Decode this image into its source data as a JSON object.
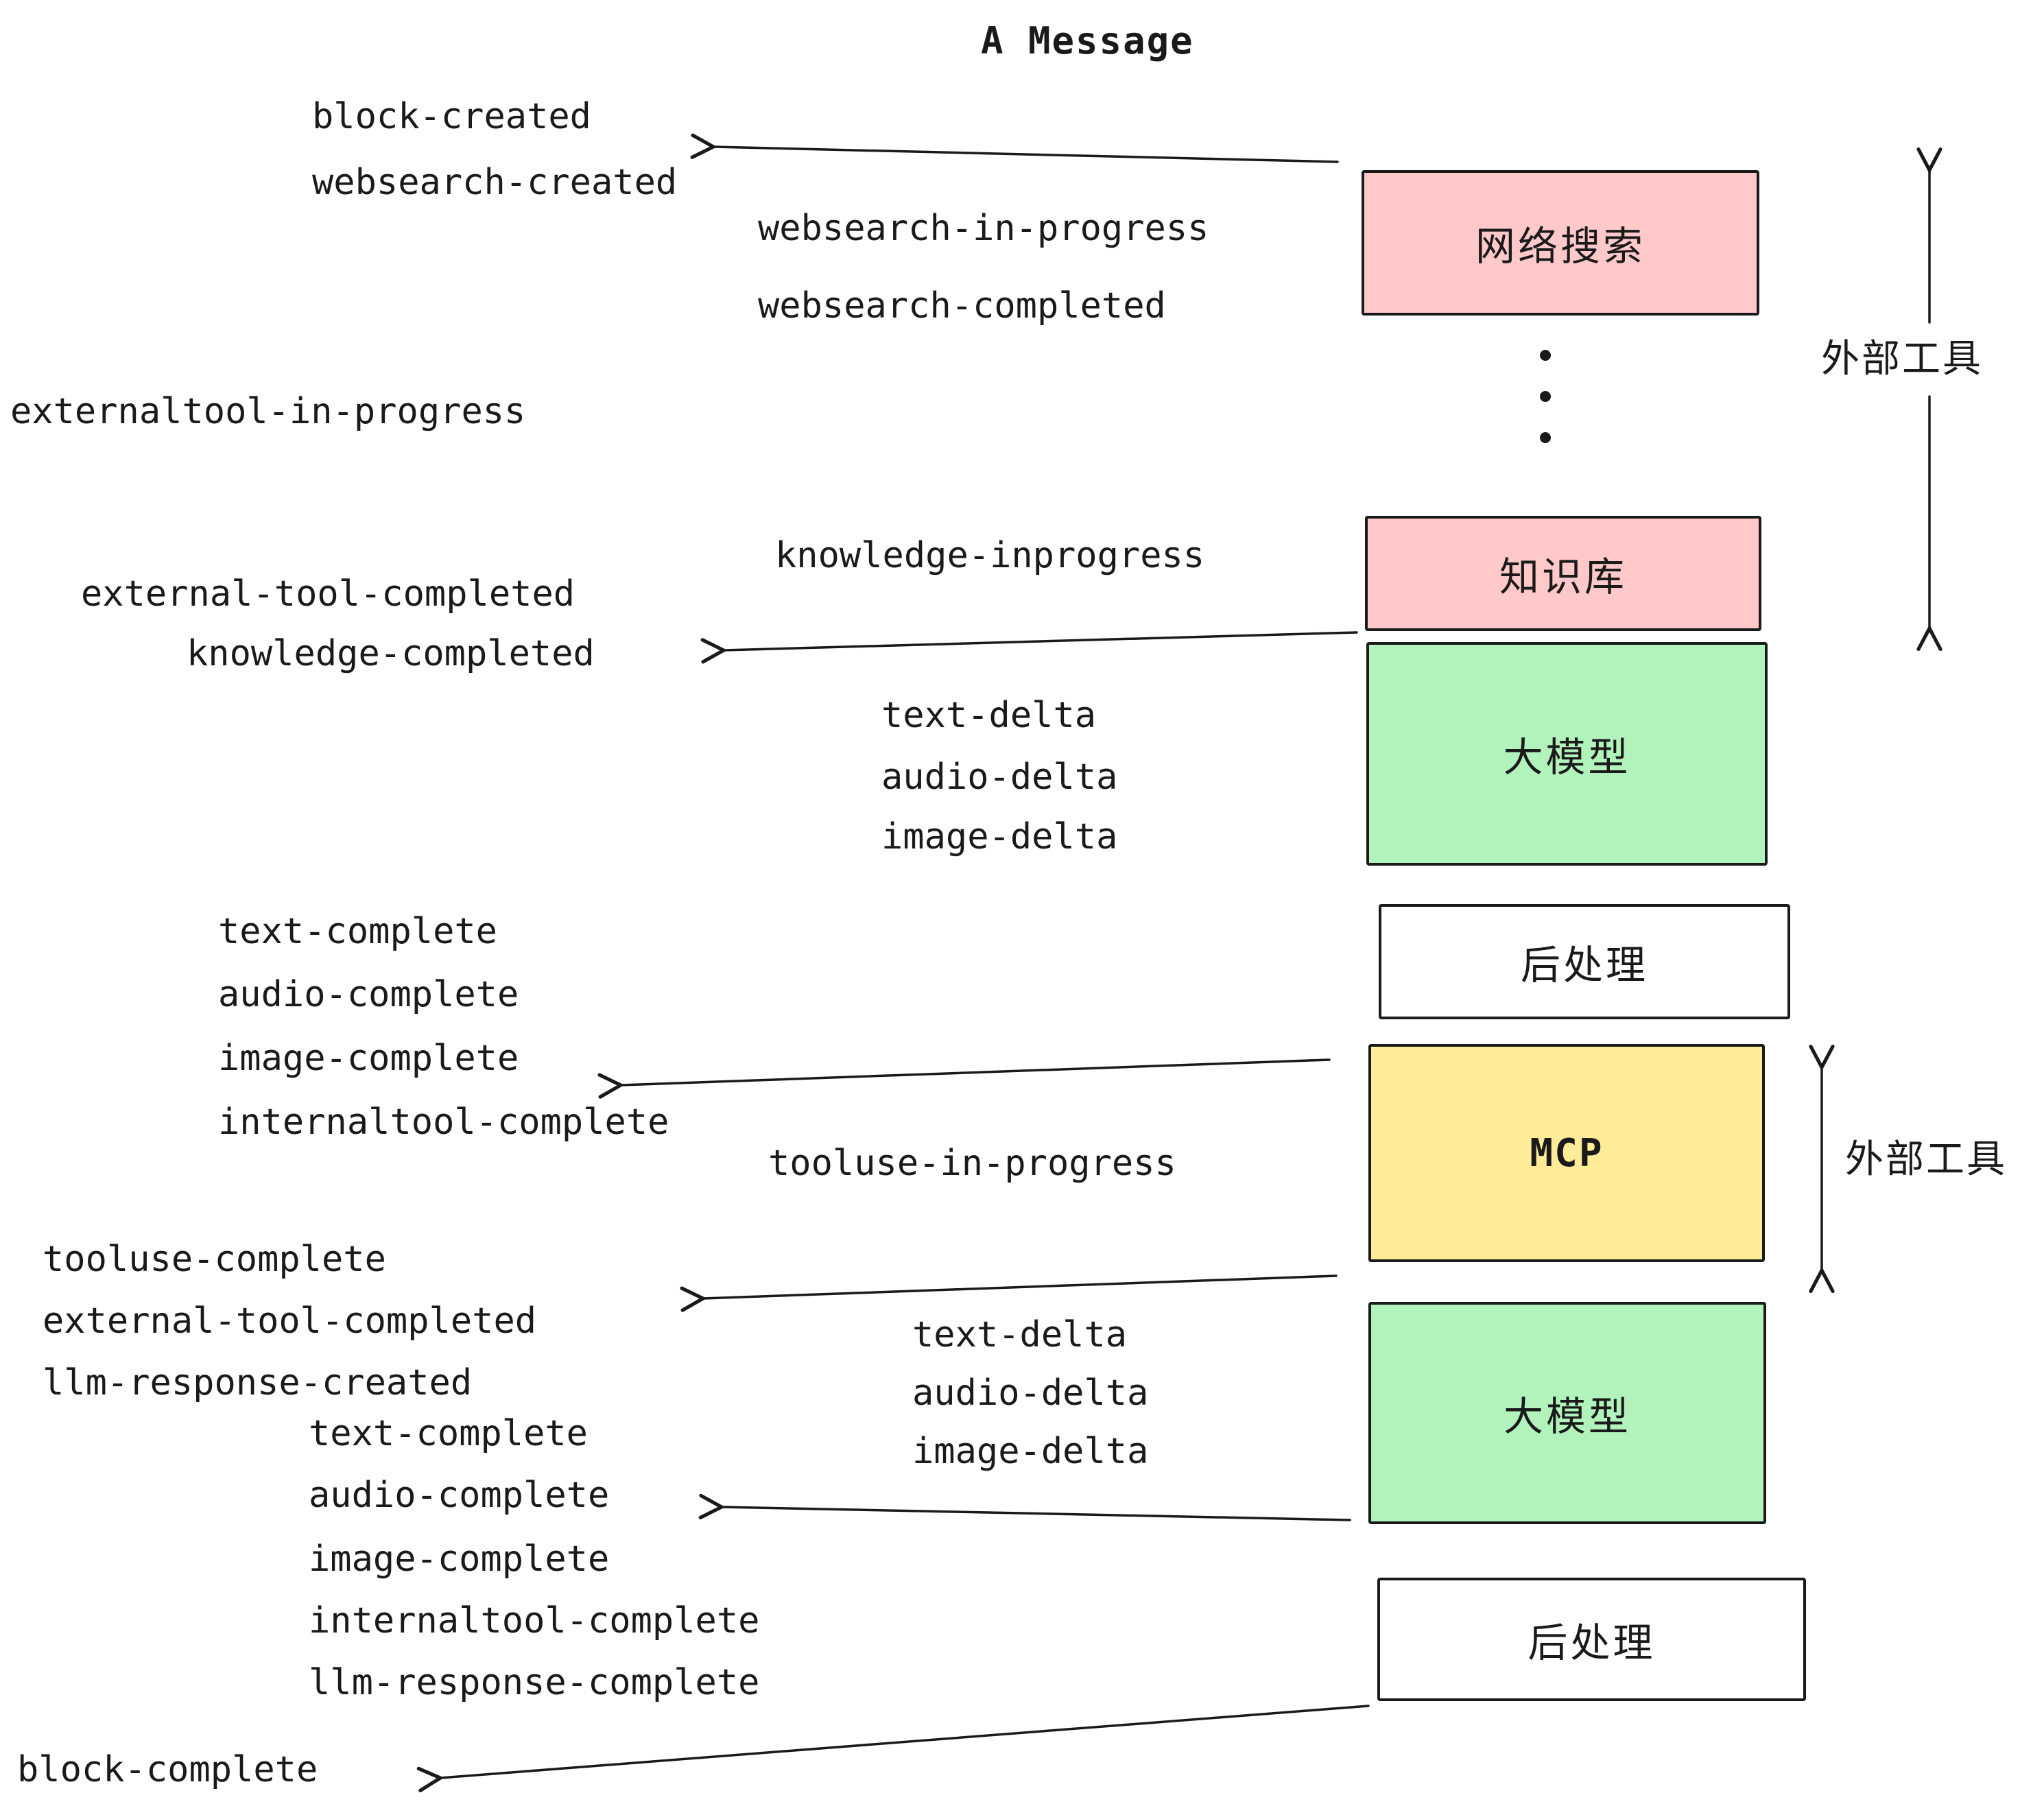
{
  "title": "A Message",
  "events": {
    "block_created": "block-created",
    "websearch_created": "websearch-created",
    "websearch_in_progress": "websearch-in-progress",
    "websearch_completed": "websearch-completed",
    "externaltool_in_progress": "externaltool-in-progress",
    "knowledge_inprogress": "knowledge-inprogress",
    "external_tool_completed_1": "external-tool-completed",
    "knowledge_completed": "knowledge-completed",
    "text_delta_1": "text-delta",
    "audio_delta_1": "audio-delta",
    "image_delta_1": "image-delta",
    "text_complete_1": "text-complete",
    "audio_complete_1": "audio-complete",
    "image_complete_1": "image-complete",
    "internaltool_complete_1": "internaltool-complete",
    "tooluse_in_progress": "tooluse-in-progress",
    "tooluse_complete": "tooluse-complete",
    "external_tool_completed_2": "external-tool-completed",
    "llm_response_created": "llm-response-created",
    "text_delta_2": "text-delta",
    "audio_delta_2": "audio-delta",
    "image_delta_2": "image-delta",
    "text_complete_2": "text-complete",
    "audio_complete_2": "audio-complete",
    "image_complete_2": "image-complete",
    "internaltool_complete_2": "internaltool-complete",
    "llm_response_complete": "llm-response-complete",
    "block_complete": "block-complete"
  },
  "boxes": {
    "websearch": {
      "label": "网络搜索",
      "fill": "#ffc9c9"
    },
    "knowledge": {
      "label": "知识库",
      "fill": "#ffc9c9"
    },
    "llm1": {
      "label": "大模型",
      "fill": "#b2f2bb"
    },
    "post1": {
      "label": "后处理",
      "fill": "#ffffff"
    },
    "mcp": {
      "label": "MCP",
      "fill": "#ffec99"
    },
    "llm2": {
      "label": "大模型",
      "fill": "#b2f2bb"
    },
    "post2": {
      "label": "后处理",
      "fill": "#ffffff"
    }
  },
  "side": {
    "external_tools_top": "外部工具",
    "external_tools_mcp": "外部工具"
  },
  "colors": {
    "pink": "#ffc9c9",
    "green": "#b2f2bb",
    "yellow": "#ffec99",
    "white": "#ffffff",
    "ink": "#1a1a1a"
  }
}
